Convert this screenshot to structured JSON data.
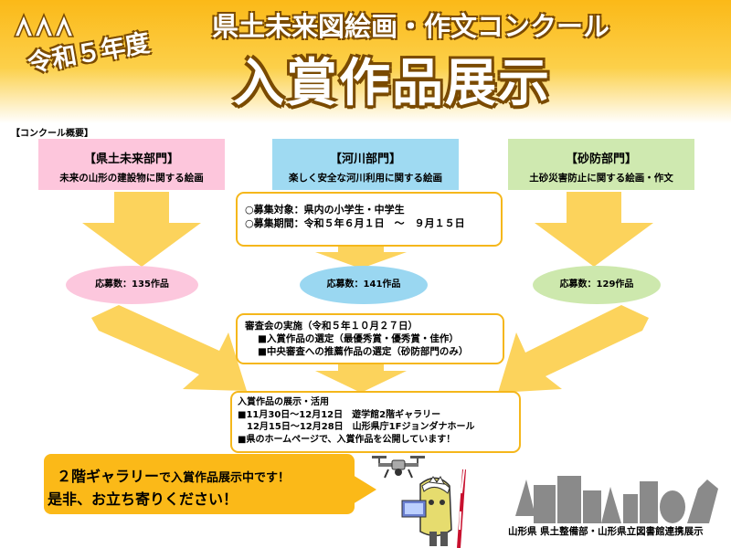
{
  "header": {
    "era": "令和５年度",
    "contest": "県土未来図絵画・作文コンクール",
    "title": "入賞作品展示"
  },
  "overview_label": "【コンクール概要】",
  "departments": [
    {
      "name": "【県土未来部門】",
      "desc": "未来の山形の建設物に関する絵画",
      "count": "応募数：135作品",
      "color": "#fdc6dc",
      "pill": "#fcc7dd"
    },
    {
      "name": "【河川部門】",
      "desc": "楽しく安全な河川利用に関する絵画",
      "count": "応募数：141作品",
      "color": "#9fdaf2",
      "pill": "#9ad7f1"
    },
    {
      "name": "【砂防部門】",
      "desc": "土砂災害防止に関する絵画・作文",
      "count": "応募数：129作品",
      "color": "#cfe9b0",
      "pill": "#cde8ad"
    }
  ],
  "recruitment": {
    "target": "○募集対象：県内の小学生・中学生",
    "period": "○募集期間：令和５年６月１日　～　９月１５日"
  },
  "judging": {
    "title": "審査会の実施（令和５年１０月２７日）",
    "item1": "■入賞作品の選定（最優秀賞・優秀賞・佳作）",
    "item2": "■中央審査への推薦作品の選定（砂防部門のみ）"
  },
  "exhibition": {
    "title": "入賞作品の展示・活用",
    "line1": "■11月30日～12月12日　遊学館2階ギャラリー",
    "line2": "　12月15日～12月28日　山形県庁1Fジョンダナホール",
    "line3": "■県のホームページで、入賞作品を公開しています！"
  },
  "bubble": {
    "highlight": "２階ギャラリー",
    "line1_rest": "で入賞作品展示中です！",
    "line2": "是非、お立ち寄りください！"
  },
  "footer": "山形県 県土整備部・山形県立図書館連携展示",
  "colors": {
    "accent": "#fbb918",
    "arrow": "#fcd35c",
    "outline": "#7a4a00"
  }
}
